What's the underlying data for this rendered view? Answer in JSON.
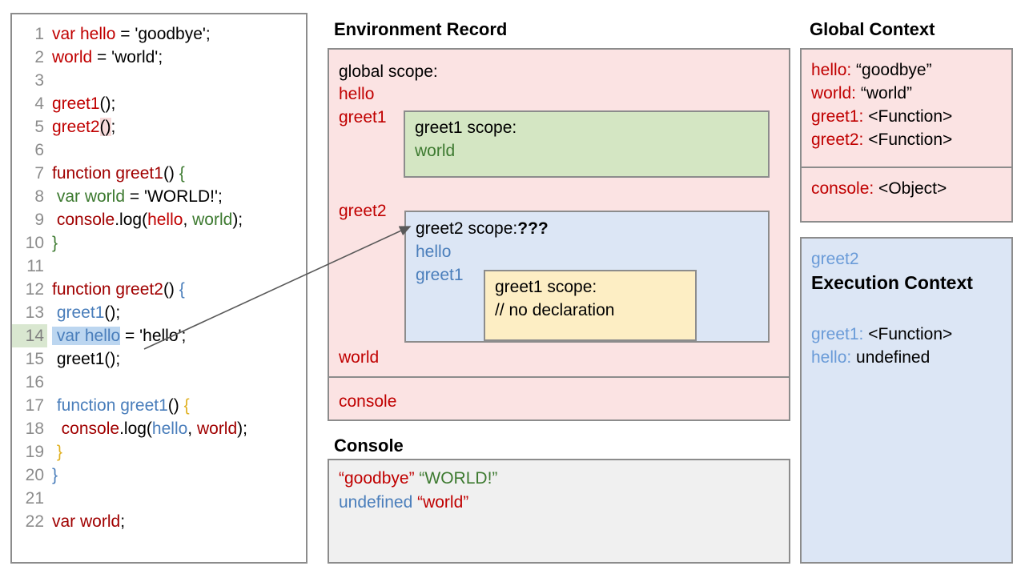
{
  "code": {
    "lines": [
      {
        "n": "1",
        "tokens": [
          {
            "t": "var hello",
            "c": "red"
          },
          {
            "t": " = 'goodbye';",
            "c": "blk"
          }
        ]
      },
      {
        "n": "2",
        "tokens": [
          {
            "t": "world",
            "c": "red"
          },
          {
            "t": " = 'world';",
            "c": "blk"
          }
        ]
      },
      {
        "n": "3",
        "tokens": []
      },
      {
        "n": "4",
        "tokens": [
          {
            "t": "greet1",
            "c": "red"
          },
          {
            "t": "();",
            "c": "blk"
          }
        ]
      },
      {
        "n": "5",
        "tokens": [
          {
            "t": "greet2",
            "c": "red"
          },
          {
            "t": "()",
            "c": "blk",
            "hl": "paren"
          },
          {
            "t": ";",
            "c": "blk"
          }
        ]
      },
      {
        "n": "6",
        "tokens": []
      },
      {
        "n": "7",
        "tokens": [
          {
            "t": "function greet1",
            "c": "dkred"
          },
          {
            "t": "() ",
            "c": "blk"
          },
          {
            "t": "{",
            "c": "green"
          }
        ]
      },
      {
        "n": "8",
        "tokens": [
          {
            "t": " var world",
            "c": "green"
          },
          {
            "t": " = 'WORLD!';",
            "c": "blk"
          }
        ]
      },
      {
        "n": "9",
        "tokens": [
          {
            "t": " console",
            "c": "dkred"
          },
          {
            "t": ".log(",
            "c": "blk"
          },
          {
            "t": "hello",
            "c": "red"
          },
          {
            "t": ", ",
            "c": "blk"
          },
          {
            "t": "world",
            "c": "green"
          },
          {
            "t": ");",
            "c": "blk"
          }
        ]
      },
      {
        "n": "10",
        "tokens": [
          {
            "t": "}",
            "c": "green"
          }
        ]
      },
      {
        "n": "11",
        "tokens": []
      },
      {
        "n": "12",
        "tokens": [
          {
            "t": "function greet2",
            "c": "dkred"
          },
          {
            "t": "() ",
            "c": "blk"
          },
          {
            "t": "{",
            "c": "blue"
          }
        ]
      },
      {
        "n": "13",
        "tokens": [
          {
            "t": " greet1",
            "c": "blue"
          },
          {
            "t": "();",
            "c": "blk"
          }
        ]
      },
      {
        "n": "14",
        "numhl": true,
        "tokens": [
          {
            "t": " var hello",
            "c": "blue",
            "hl": "sel"
          },
          {
            "t": " = 'hello';",
            "c": "blk"
          }
        ]
      },
      {
        "n": "15",
        "tokens": [
          {
            "t": " greet1();",
            "c": "blk"
          }
        ]
      },
      {
        "n": "16",
        "tokens": []
      },
      {
        "n": "17",
        "tokens": [
          {
            "t": " function greet1",
            "c": "blue"
          },
          {
            "t": "() ",
            "c": "blk"
          },
          {
            "t": "{",
            "c": "yel"
          }
        ]
      },
      {
        "n": "18",
        "tokens": [
          {
            "t": "  console",
            "c": "dkred"
          },
          {
            "t": ".log(",
            "c": "blk"
          },
          {
            "t": "hello",
            "c": "blue"
          },
          {
            "t": ", ",
            "c": "blk"
          },
          {
            "t": "world",
            "c": "dkred"
          },
          {
            "t": ");",
            "c": "blk"
          }
        ]
      },
      {
        "n": "19",
        "tokens": [
          {
            "t": " }",
            "c": "yel"
          }
        ]
      },
      {
        "n": "20",
        "tokens": [
          {
            "t": "}",
            "c": "blue"
          }
        ]
      },
      {
        "n": "21",
        "tokens": []
      },
      {
        "n": "22",
        "tokens": [
          {
            "t": "var world",
            "c": "dkred"
          },
          {
            "t": ";",
            "c": "blk"
          }
        ]
      }
    ]
  },
  "environment_record": {
    "title": "Environment Record",
    "global_scope_label": "global scope:",
    "vars_top": [
      "hello",
      "greet1"
    ],
    "var_greet2": "greet2",
    "var_world": "world",
    "var_console": "console",
    "greet1_scope": {
      "label": "greet1 scope:",
      "vars": [
        "world"
      ]
    },
    "greet2_scope": {
      "label": "greet2 scope:",
      "unknown_marker": "???",
      "vars": [
        "hello",
        "greet1"
      ],
      "nested_greet1_scope": {
        "label": "greet1 scope:",
        "note": "// no declaration"
      }
    }
  },
  "console": {
    "title": "Console",
    "lines": [
      [
        {
          "t": "“goodbye” ",
          "c": "#c00000"
        },
        {
          "t": "“WORLD!”",
          "c": "#3d7a30"
        }
      ],
      [
        {
          "t": "undefined ",
          "c": "#4a7ebb"
        },
        {
          "t": "“world”",
          "c": "#c00000"
        }
      ]
    ]
  },
  "global_context": {
    "title": "Global Context",
    "entries": [
      {
        "key": "hello:",
        "value": " “goodbye”"
      },
      {
        "key": "world:",
        "value": " “world”"
      },
      {
        "key": "greet1:",
        "value": " <Function>"
      },
      {
        "key": "greet2:",
        "value": " <Function>"
      }
    ],
    "console_entry": {
      "key": "console:",
      "value": " <Object>"
    }
  },
  "execution_context": {
    "name": "greet2",
    "heading": "Execution Context",
    "entries": [
      {
        "key": "greet1:",
        "value": " <Function>"
      },
      {
        "key": "hello:",
        "value": " undefined"
      }
    ]
  },
  "colors": {
    "red": "#c00000",
    "dark_red": "#a00000",
    "green": "#3d7a30",
    "blue": "#4a7ebb",
    "pink_bg": "#fbe3e3",
    "green_bg": "#d4e6c3",
    "blue_bg": "#dce6f5",
    "yellow_bg": "#fdeec4",
    "console_bg": "#f0f0f0",
    "border": "#8c8c8c"
  }
}
